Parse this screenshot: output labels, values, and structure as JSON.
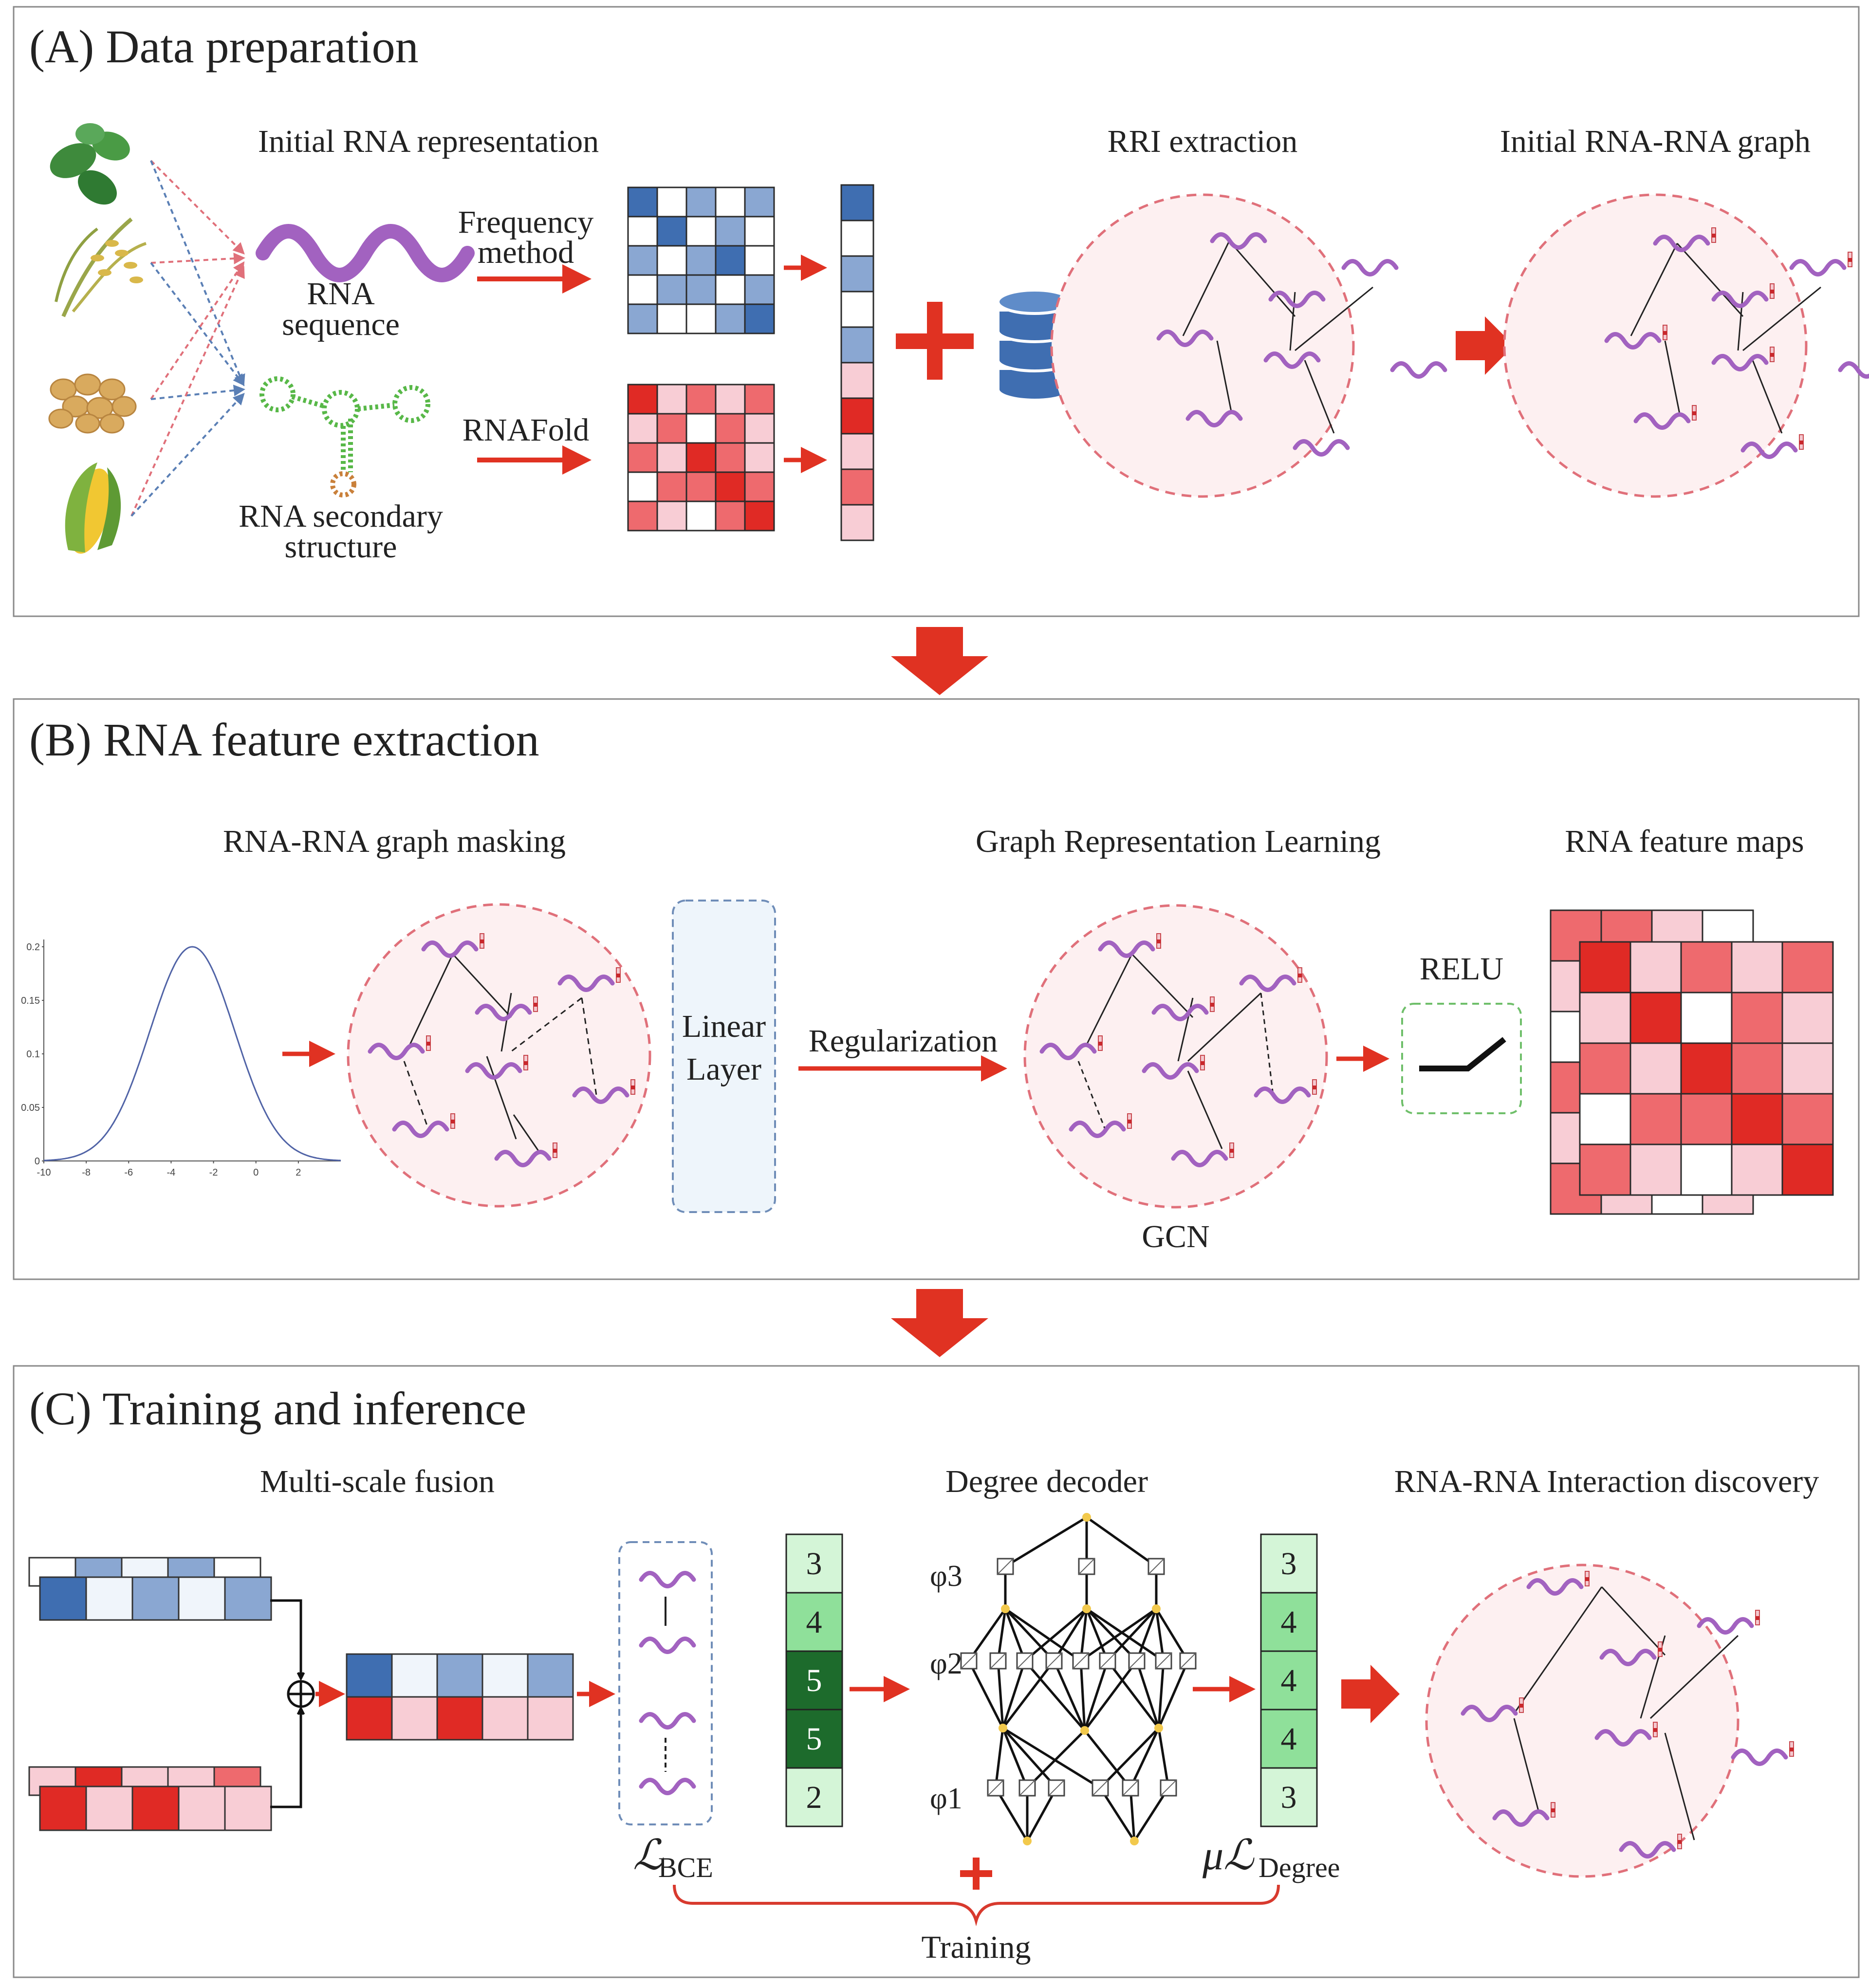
{
  "panels": {
    "a": {
      "title": "(A) Data preparation",
      "initial_rna_representation": "Initial RNA representation",
      "rna_sequence": [
        "RNA",
        "sequence"
      ],
      "rna_secondary_structure": [
        "RNA secondary",
        "structure"
      ],
      "frequency_method": [
        "Frequency",
        "method"
      ],
      "rnafold": "RNAFold",
      "rri_extraction": "RRI extraction",
      "initial_graph": "Initial RNA-RNA graph"
    },
    "b": {
      "title": "(B) RNA feature extraction",
      "graph_masking": "RNA-RNA graph masking",
      "linear_layer": [
        "Linear",
        "Layer"
      ],
      "regularization": "Regularization",
      "graph_representation_learning": "Graph Representation Learning",
      "gcn": "GCN",
      "relu": "RELU",
      "feature_maps": "RNA feature maps",
      "gaussian_yticks": [
        "0.2",
        "0.15",
        "0.1",
        "0.05",
        "0"
      ],
      "gaussian_xticks": [
        "-10",
        "-8",
        "-6",
        "-4",
        "-2",
        "0",
        "2"
      ]
    },
    "c": {
      "title": "(C) Training and inference",
      "multi_scale_fusion": "Multi-scale fusion",
      "degree_decoder": "Degree decoder",
      "interaction_discovery": "RNA-RNA Interaction discovery",
      "loss_bce_symbol": "ℒ",
      "loss_bce_sub": "BCE",
      "loss_degree_symbol": "μℒ",
      "loss_degree_sub": "Degree",
      "training": "Training",
      "phi3": "φ3",
      "phi2": "φ2",
      "phi1": "φ1",
      "degrees_in": [
        "3",
        "4",
        "5",
        "5",
        "2"
      ],
      "degrees_out": [
        "3",
        "4",
        "4",
        "4",
        "3"
      ]
    }
  },
  "colors": {
    "arrow_red": "#e03222",
    "blue_dark": "#3f6eb1",
    "blue_mid": "#8aa7d2",
    "red_dark": "#e02a25",
    "red_mid": "#ee6a6e",
    "red_light": "#f8cdd5",
    "rna_purple": "#a262c0",
    "green_dark": "#1d6b2c",
    "green_mid": "#8fe09a",
    "green_light": "#d4f5d7"
  }
}
